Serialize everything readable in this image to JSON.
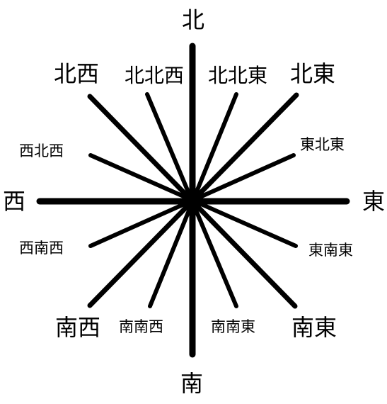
{
  "colors": {
    "background": "#ffffff",
    "line": "#000000",
    "text": "#000000"
  },
  "labels": {
    "north": "北",
    "south": "南",
    "east": "東",
    "west": "西",
    "northwest": "北西",
    "northeast": "北東",
    "southwest": "南西",
    "southeast": "南東",
    "north_northwest": "北北西",
    "north_northeast": "北北東",
    "west_northwest": "西北西",
    "east_northeast": "東北東",
    "west_southwest": "西南西",
    "east_southeast": "東南東",
    "south_southwest": "南南西",
    "south_southeast": "南南東"
  }
}
